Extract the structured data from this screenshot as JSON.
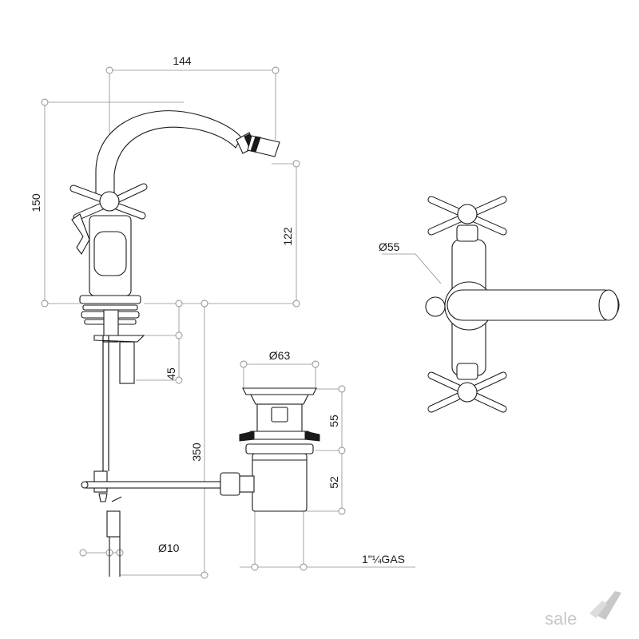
{
  "dimensions": {
    "width_top": "144",
    "height_total": "150",
    "spout_height": "122",
    "shank_length": "45",
    "supply_length": "350",
    "waste_diameter": "Ø63",
    "waste_upper": "55",
    "waste_lower": "52",
    "pipe_diameter": "Ø10",
    "thread": "1\"¼GAS",
    "handle_diameter": "Ø55"
  },
  "logo": {
    "text": "sale"
  },
  "colors": {
    "line": "#1a1a1a",
    "dimension": "#8c8c8c",
    "logo": "#c8c8c8"
  }
}
